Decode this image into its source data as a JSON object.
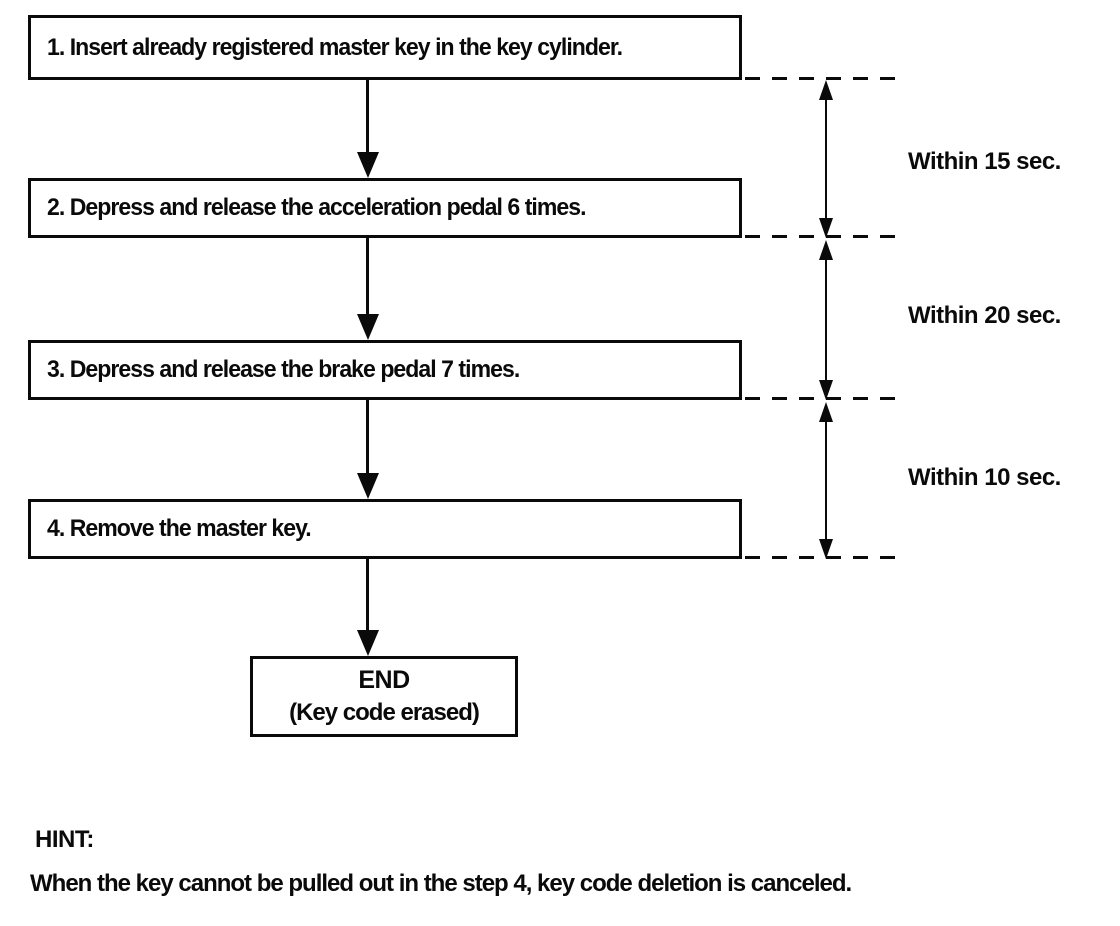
{
  "flowchart": {
    "steps": [
      {
        "label": "1. Insert already registered master key in the key cylinder."
      },
      {
        "label": "2. Depress and release the acceleration pedal 6 times."
      },
      {
        "label": "3. Depress and release the brake pedal 7 times."
      },
      {
        "label": "4. Remove the master key."
      }
    ],
    "end": {
      "line1": "END",
      "line2": "(Key code erased)"
    },
    "timings": [
      {
        "label": "Within 15 sec."
      },
      {
        "label": "Within 20 sec."
      },
      {
        "label": "Within 10 sec."
      }
    ]
  },
  "hint": {
    "title": "HINT:",
    "body": "When the key cannot be pulled out in the step 4, key code deletion is canceled."
  },
  "colors": {
    "ink": "#0a0a0a",
    "background": "#ffffff"
  }
}
